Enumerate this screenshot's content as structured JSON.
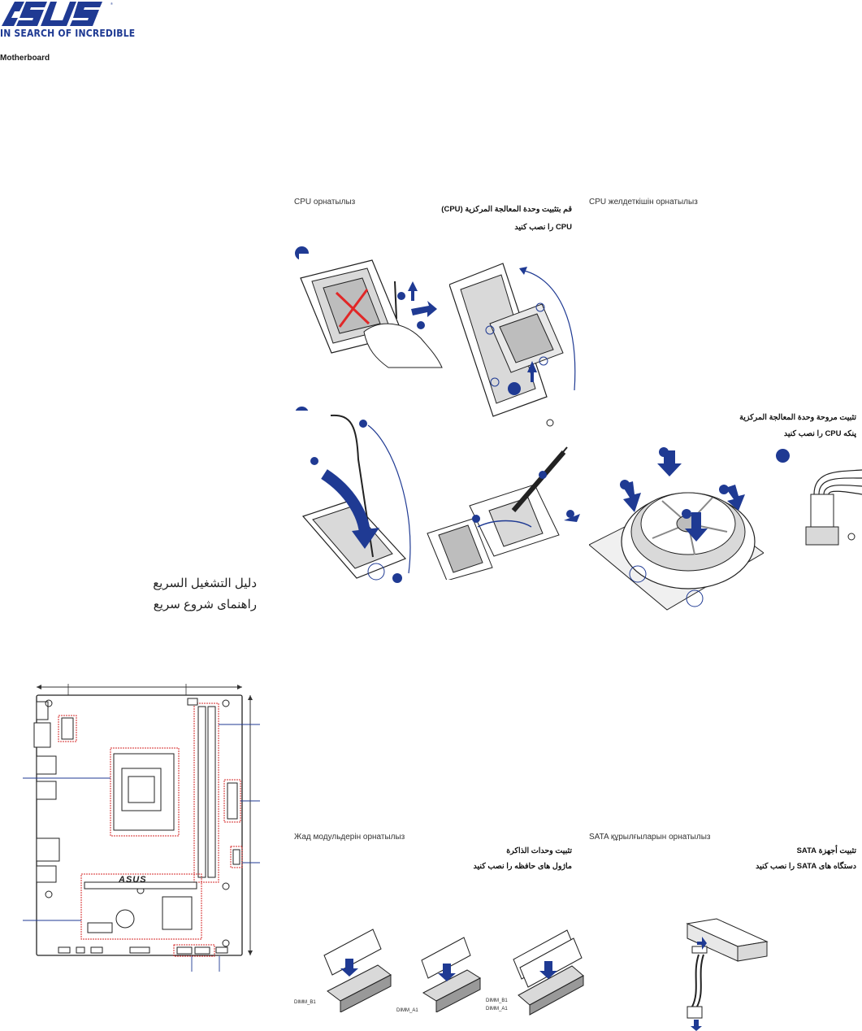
{
  "header": {
    "brand": "ASUS",
    "tagline": "IN SEARCH OF INCREDIBLE",
    "product": "Motherboard"
  },
  "quick_guide": {
    "arabic": "دليل التشغيل السريع",
    "persian": "راهنمای شروع سريع"
  },
  "sections": {
    "cpu": {
      "title_kk": "CPU орнатылыз",
      "title_ar": "قم بتثبيت وحدة المعالجة المركزية (CPU)",
      "title_fa": "CPU را نصب کنيد"
    },
    "cooler": {
      "title_kk": "CPU желдеткішін орнатылыз",
      "title_ar": "تثبيت مروحة وحدة المعالجة المركزية",
      "title_fa": "پنکه CPU را نصب کنيد"
    },
    "memory": {
      "title_kk": "Жад модульдерін орнатылыз",
      "title_ar": "تثبيت وحدات الذاكرة",
      "title_fa": "ماژول های حافظه را نصب کنيد",
      "dimm_labels": [
        "DIMM_B1",
        "DIMM_A1",
        "DIMM_B1",
        "DIMM_A1"
      ]
    },
    "sata": {
      "title_kk": "SATA құрылғыларын орнатылыз",
      "title_ar": "تثبيت أجهزة SATA",
      "title_fa": "دستگاه های SATA را نصب کنيد"
    }
  },
  "board_logo": "ASUS",
  "colors": {
    "brand_blue": "#1f3a93",
    "layout_red": "#d42a2a",
    "step_blue": "#1f3a93"
  }
}
